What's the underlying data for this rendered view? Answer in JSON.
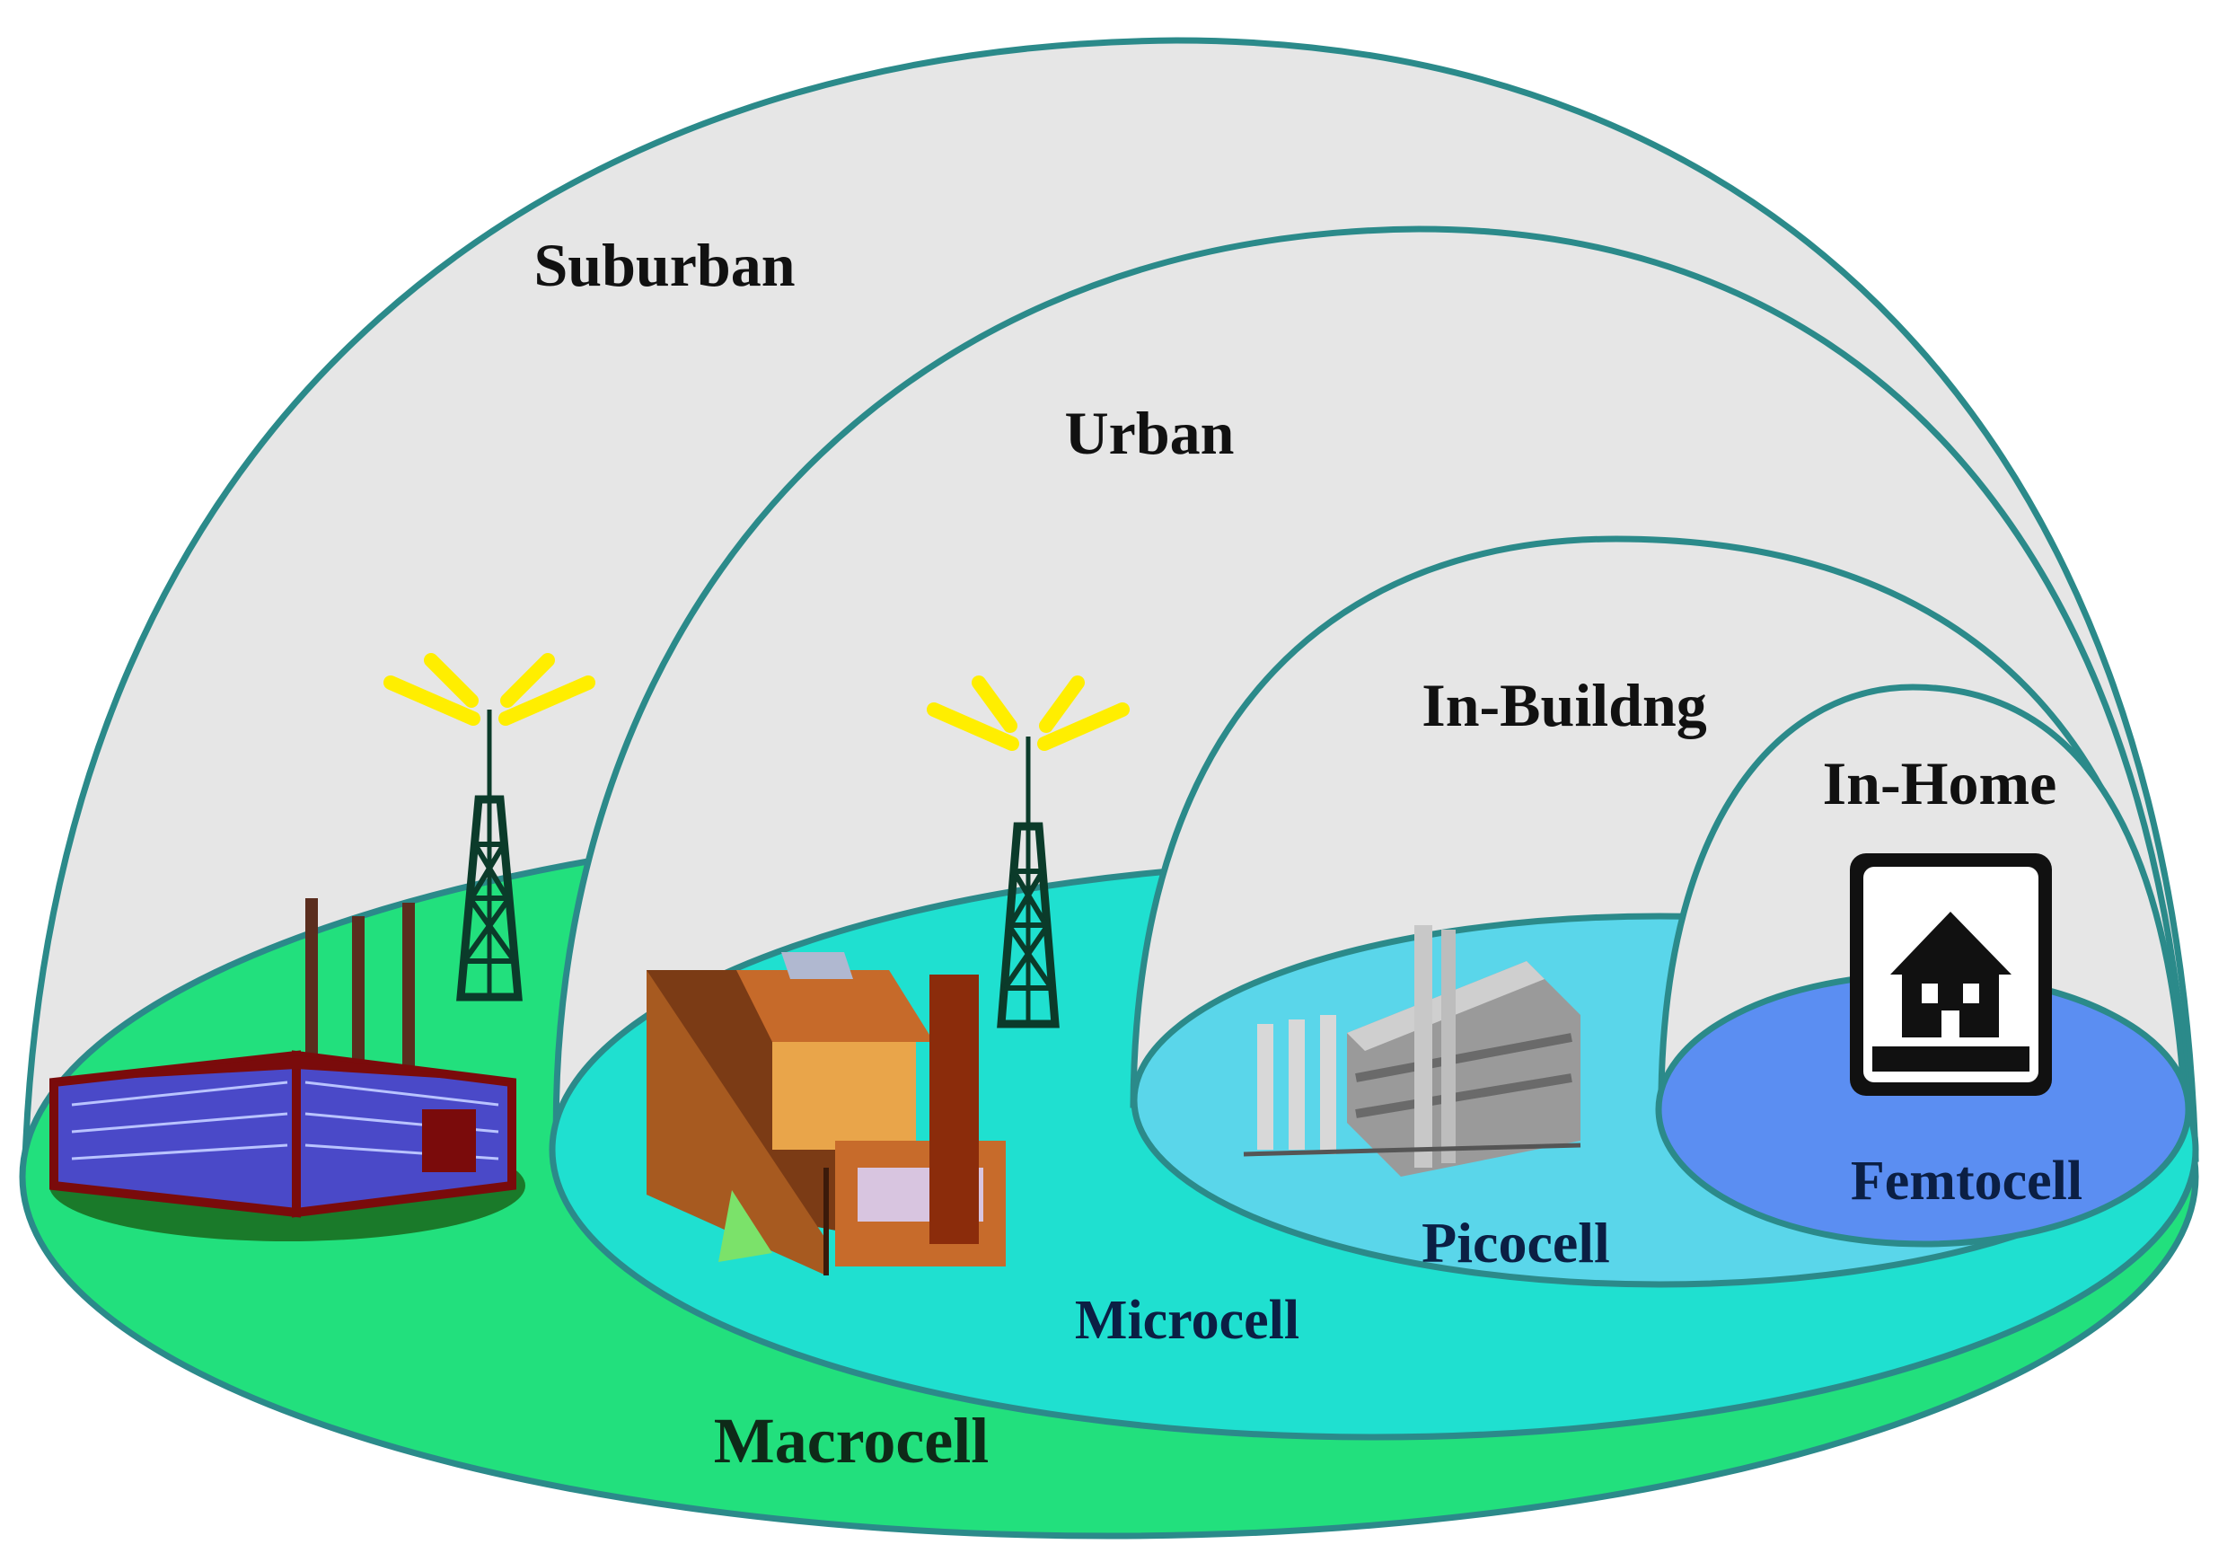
{
  "zones": {
    "suburban": "Suburban",
    "urban": "Urban",
    "in_building": "In-Buildng",
    "in_home": "In-Home"
  },
  "cells": {
    "macrocell": "Macrocell",
    "microcell": "Microcell",
    "picocell": "Picocell",
    "femtocell": "Femtocell"
  },
  "colors": {
    "dome_fill": "#e6e6e6",
    "dome_stroke": "#2b8a8a",
    "macro_ground": "#22e07d",
    "micro_ground": "#1fe0d0",
    "pico_ground": "#5ad6ea",
    "femto_ground": "#5b8ef2",
    "signal_rays": "#ffee00"
  },
  "icons": [
    "factory-icon",
    "cell-tower-icon",
    "house-icon",
    "office-building-icon",
    "home-sign-icon"
  ]
}
